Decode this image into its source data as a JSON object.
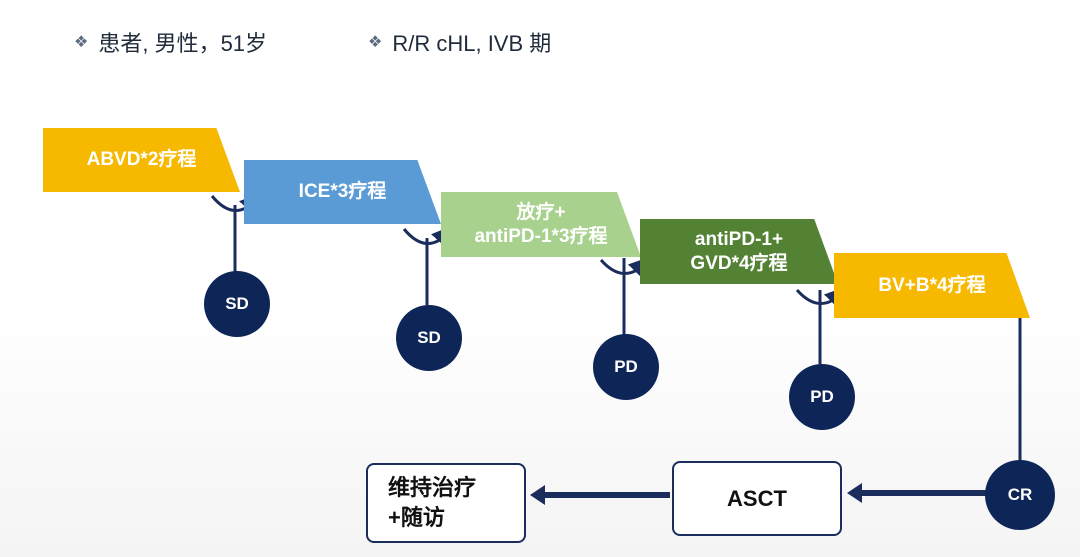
{
  "header": {
    "patient": "患者, 男性，51岁",
    "diagnosis": "R/R cHL, IVB 期"
  },
  "steps": [
    {
      "label": "ABVD*2疗程",
      "color": "#f7b800"
    },
    {
      "label": "ICE*3疗程",
      "color": "#5b9bd5"
    },
    {
      "label_line1": "放疗+",
      "label_line2": "antiPD-1*3疗程",
      "color": "#a9d18e"
    },
    {
      "label_line1": "antiPD-1+",
      "label_line2": "GVD*4疗程",
      "color": "#548235"
    },
    {
      "label": "BV+B*4疗程",
      "color": "#f7b800"
    }
  ],
  "responses": [
    "SD",
    "SD",
    "PD",
    "PD",
    "CR"
  ],
  "asct": "ASCT",
  "maintenance": {
    "line1": "维持治疗",
    "line2": "+随访"
  },
  "colors": {
    "node": "#0e2558",
    "arrow": "#1b2d5c"
  }
}
